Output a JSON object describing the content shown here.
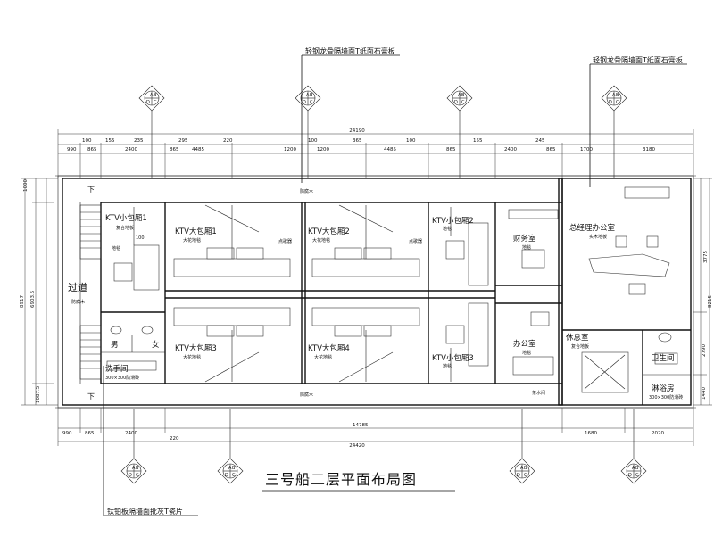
{
  "title": "三号船二层平面布局图",
  "notes": {
    "wall_note_left": "轻钢龙骨隔墙面T纸面石膏板",
    "wall_note_right": "轻钢龙骨隔墙面T纸面石膏板",
    "bottom_note": "钛铂板隔墙面批灰T瓷片"
  },
  "rooms": {
    "guodao": "过道",
    "guodao_sub": "防腐木",
    "ktv_small_1": "KTV小包厢1",
    "ktv_small_1_sub": "复合地板",
    "ktv_large_1": "KTV大包厢1",
    "ktv_large_1_sub": "大花地毯",
    "ktv_large_2": "KTV大包厢2",
    "ktv_large_2_sub": "大花地毯",
    "ktv_small_2": "KTV小包厢2",
    "ktv_small_2_sub": "地毯",
    "caiwu": "财务室",
    "caiwu_sub": "地毯",
    "zongjingli": "总经理办公室",
    "zongjingli_sub": "实木地板",
    "ktv_large_3": "KTV大包厢3",
    "ktv_large_3_sub": "大花地毯",
    "ktv_large_4": "KTV大包厢4",
    "ktv_large_4_sub": "大花地毯",
    "ktv_small_3": "KTV小包厢3",
    "ktv_small_3_sub": "地毯",
    "bangong": "办公室",
    "bangong_sub": "地毯",
    "xiuxi": "休息室",
    "xiuxi_sub": "复合地板",
    "weisheng": "卫生间",
    "linyu": "淋浴房",
    "linyu_sub": "300×300防滑砖",
    "nan": "男",
    "nv": "女",
    "xishou": "洗手间",
    "xishou_sub": "300×300防滑砖",
    "fangfu_top": "防腐木",
    "fangfu_bottom": "防腐木",
    "stair_down_top": "下",
    "stair_down_bottom": "下",
    "dijin": "地毯",
    "diangeqi": "点歌器",
    "dianche": "点歌器",
    "chashuijian": "茶水间",
    "shuibiao": "100"
  },
  "dimensions": {
    "overall_top": "24190",
    "overall_bottom": "24420",
    "mid_bottom": "14785",
    "top_row": [
      "990",
      "865",
      "2400",
      "865",
      "4485",
      "1200",
      "1200",
      "4485",
      "865",
      "2400",
      "865",
      "1700",
      "3180"
    ],
    "top_row_small": [
      "100",
      "155",
      "235",
      "295",
      "220",
      "100",
      "365",
      "100",
      "155",
      "245"
    ],
    "bottom_row": [
      "990",
      "865",
      "2400",
      "220",
      "14785",
      "1680",
      "2020"
    ],
    "left_vert": [
      "1000",
      "8917",
      "6903.5",
      "1087.5"
    ],
    "right_vert": [
      "3775",
      "8215",
      "2790",
      "1440"
    ]
  },
  "axis_labels": [
    "A",
    "B",
    "C",
    "D"
  ]
}
